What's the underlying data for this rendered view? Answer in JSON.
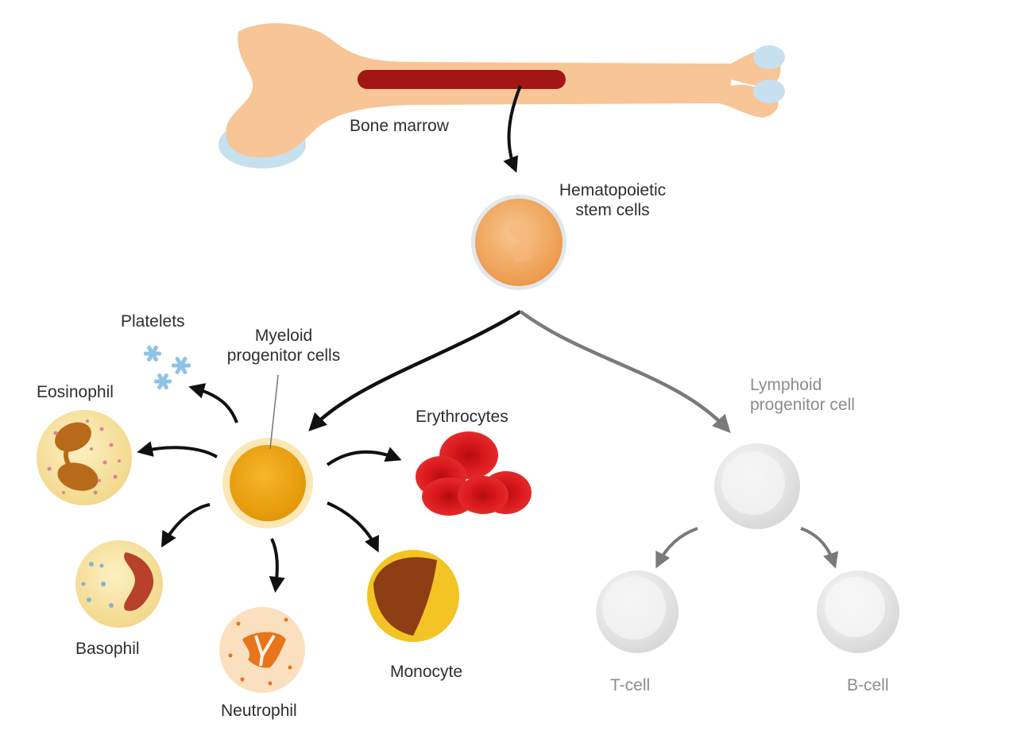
{
  "labels": {
    "bone_marrow": "Bone marrow",
    "hematopoietic_line1": "Hematopoietic",
    "hematopoietic_line2": "stem cells",
    "platelets": "Platelets",
    "myeloid_line1": "Myeloid",
    "myeloid_line2": "progenitor cells",
    "eosinophil": "Eosinophil",
    "erythrocytes": "Erythrocytes",
    "lymphoid_line1": "Lymphoid",
    "lymphoid_line2": "progenitor cell",
    "basophil": "Basophil",
    "neutrophil": "Neutrophil",
    "monocyte": "Monocyte",
    "t_cell": "T-cell",
    "b_cell": "B-cell"
  },
  "colors": {
    "bone": "#f7c596",
    "marrow": "#a31616",
    "cartilage": "#c7e0f0",
    "stem_cell": "#f2a55a",
    "myeloid_cell": "#f0a815",
    "erythrocyte": "#d8151a",
    "lymphoid_cell": "#ededed",
    "arrow_dark": "#111111",
    "arrow_grey": "#7a7a7a"
  }
}
